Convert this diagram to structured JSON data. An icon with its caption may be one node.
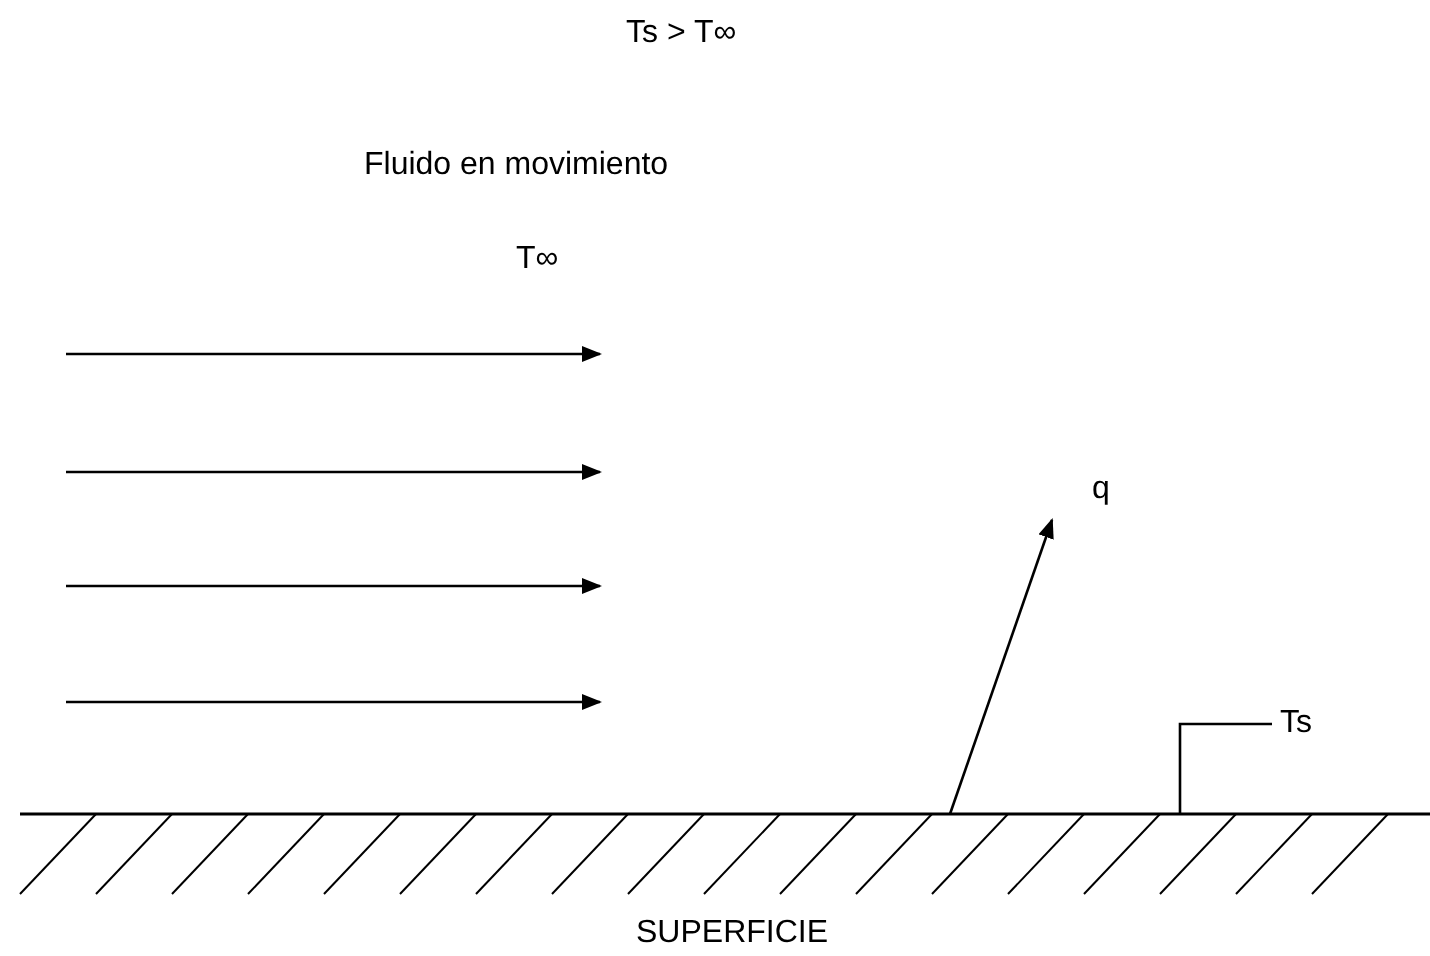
{
  "diagram": {
    "nodes": [
      {
        "text": [
          "Ts"
        ]
      },
      {
        "text": [
          "SUPERFICIE"
        ]
      }
    ],
    "edges": [
      {
        "from": 0,
        "to": 1,
        "arrow": "none"
      }
    ],
    "labels": [
      "Ts > T∞",
      "Fluido en movimiento",
      "T∞",
      "q"
    ]
  }
}
